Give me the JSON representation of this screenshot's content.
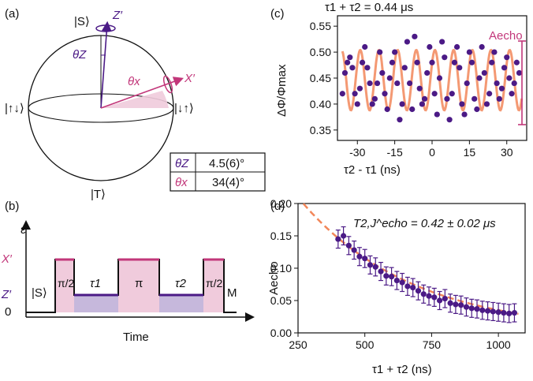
{
  "panels": {
    "a": {
      "label": "(a)",
      "states": {
        "top": "|S⟩",
        "bottom": "|T⟩",
        "left": "|↑↓⟩",
        "right": "|↓↑⟩"
      },
      "axes": {
        "z": "Z′",
        "x": "X′"
      },
      "angles": {
        "theta_z": "θZ",
        "theta_x": "θx"
      },
      "table": [
        {
          "symbol": "θZ",
          "value": "4.5(6)°"
        },
        {
          "symbol": "θx",
          "value": "34(4)°"
        }
      ]
    },
    "b": {
      "label": "(b)",
      "ylabel": "ε",
      "xlabel": "Time",
      "levels": [
        "X′",
        "Z′",
        "0"
      ],
      "segments": [
        "|S⟩",
        "π/2",
        "τ1",
        "π",
        "τ2",
        "π/2",
        "M"
      ]
    },
    "c": {
      "label": "(c)",
      "header": "τ1 + τ2 = 0.44 μs",
      "annotation": "Aecho"
    },
    "d": {
      "label": "(d)",
      "annotation": "T2,J^echo = 0.42 ± 0.02 μs"
    }
  },
  "colors": {
    "purple": "#4b1a86",
    "magenta": "#c2377a",
    "orange": "#f2875a",
    "pink_fill": "#f0cbdc",
    "lavender_fill": "#c6b8dc"
  },
  "chart_data": [
    {
      "type": "scatter",
      "panel": "c",
      "xlabel": "τ2 - τ1 (ns)",
      "ylabel": "ΔΦ/Φmax",
      "xlim": [
        -38,
        38
      ],
      "ylim": [
        0.33,
        0.57
      ],
      "xticks": [
        -30,
        -15,
        0,
        15,
        30
      ],
      "yticks": [
        0.35,
        0.4,
        0.45,
        0.5,
        0.55
      ],
      "fit": {
        "offset": 0.446,
        "amplitude": 0.058,
        "period_ns": 7.5,
        "phase_rad": 0.6
      },
      "points": [
        [
          -36,
          0.42
        ],
        [
          -35,
          0.46
        ],
        [
          -34,
          0.48
        ],
        [
          -33,
          0.49
        ],
        [
          -32,
          0.47
        ],
        [
          -31,
          0.42
        ],
        [
          -30,
          0.4
        ],
        [
          -29,
          0.43
        ],
        [
          -28,
          0.48
        ],
        [
          -27,
          0.51
        ],
        [
          -26,
          0.47
        ],
        [
          -25,
          0.44
        ],
        [
          -24,
          0.4
        ],
        [
          -23,
          0.41
        ],
        [
          -22,
          0.44
        ],
        [
          -21,
          0.5
        ],
        [
          -20,
          0.46
        ],
        [
          -19,
          0.42
        ],
        [
          -18,
          0.39
        ],
        [
          -17,
          0.45
        ],
        [
          -16,
          0.48
        ],
        [
          -15,
          0.5
        ],
        [
          -14,
          0.44
        ],
        [
          -13,
          0.37
        ],
        [
          -12,
          0.4
        ],
        [
          -11,
          0.47
        ],
        [
          -10,
          0.52
        ],
        [
          -9,
          0.44
        ],
        [
          -8,
          0.39
        ],
        [
          -7,
          0.53
        ],
        [
          -6,
          0.48
        ],
        [
          -5,
          0.43
        ],
        [
          -4,
          0.4
        ],
        [
          -3,
          0.41
        ],
        [
          -2,
          0.46
        ],
        [
          -1,
          0.51
        ],
        [
          0,
          0.48
        ],
        [
          1,
          0.42
        ],
        [
          2,
          0.38
        ],
        [
          3,
          0.45
        ],
        [
          4,
          0.52
        ],
        [
          5,
          0.49
        ],
        [
          6,
          0.41
        ],
        [
          7,
          0.37
        ],
        [
          8,
          0.42
        ],
        [
          9,
          0.48
        ],
        [
          10,
          0.51
        ],
        [
          11,
          0.47
        ],
        [
          12,
          0.4
        ],
        [
          13,
          0.38
        ],
        [
          14,
          0.44
        ],
        [
          15,
          0.5
        ],
        [
          16,
          0.48
        ],
        [
          17,
          0.41
        ],
        [
          18,
          0.39
        ],
        [
          19,
          0.45
        ],
        [
          20,
          0.51
        ],
        [
          21,
          0.46
        ],
        [
          22,
          0.4
        ],
        [
          23,
          0.42
        ],
        [
          24,
          0.48
        ],
        [
          25,
          0.5
        ],
        [
          26,
          0.44
        ],
        [
          27,
          0.41
        ],
        [
          28,
          0.43
        ],
        [
          29,
          0.47
        ],
        [
          30,
          0.49
        ],
        [
          31,
          0.45
        ],
        [
          32,
          0.42
        ],
        [
          33,
          0.44
        ],
        [
          34,
          0.48
        ],
        [
          35,
          0.46
        ]
      ]
    },
    {
      "type": "scatter",
      "panel": "d",
      "xlabel": "τ1 + τ2 (ns)",
      "ylabel": "Aecho",
      "xlim": [
        250,
        1100
      ],
      "ylim": [
        0,
        0.2
      ],
      "xticks": [
        250,
        500,
        750,
        1000
      ],
      "yticks": [
        0.0,
        0.05,
        0.1,
        0.15,
        0.2
      ],
      "fit": {
        "amplitude": 0.38,
        "decay_ns": 420,
        "fit_start": 250,
        "fit_end": 1075
      },
      "points": [
        [
          400,
          0.145
        ],
        [
          420,
          0.15
        ],
        [
          440,
          0.135
        ],
        [
          460,
          0.128
        ],
        [
          480,
          0.118
        ],
        [
          500,
          0.115
        ],
        [
          520,
          0.105
        ],
        [
          540,
          0.102
        ],
        [
          560,
          0.095
        ],
        [
          580,
          0.088
        ],
        [
          600,
          0.087
        ],
        [
          620,
          0.081
        ],
        [
          640,
          0.078
        ],
        [
          660,
          0.072
        ],
        [
          680,
          0.07
        ],
        [
          700,
          0.065
        ],
        [
          720,
          0.06
        ],
        [
          740,
          0.057
        ],
        [
          760,
          0.055
        ],
        [
          780,
          0.05
        ],
        [
          800,
          0.053
        ],
        [
          820,
          0.046
        ],
        [
          840,
          0.044
        ],
        [
          860,
          0.043
        ],
        [
          880,
          0.04
        ],
        [
          900,
          0.038
        ],
        [
          920,
          0.037
        ],
        [
          940,
          0.035
        ],
        [
          960,
          0.034
        ],
        [
          980,
          0.033
        ],
        [
          1000,
          0.032
        ],
        [
          1020,
          0.031
        ],
        [
          1040,
          0.03
        ],
        [
          1060,
          0.031
        ]
      ],
      "error": 0.014
    }
  ]
}
